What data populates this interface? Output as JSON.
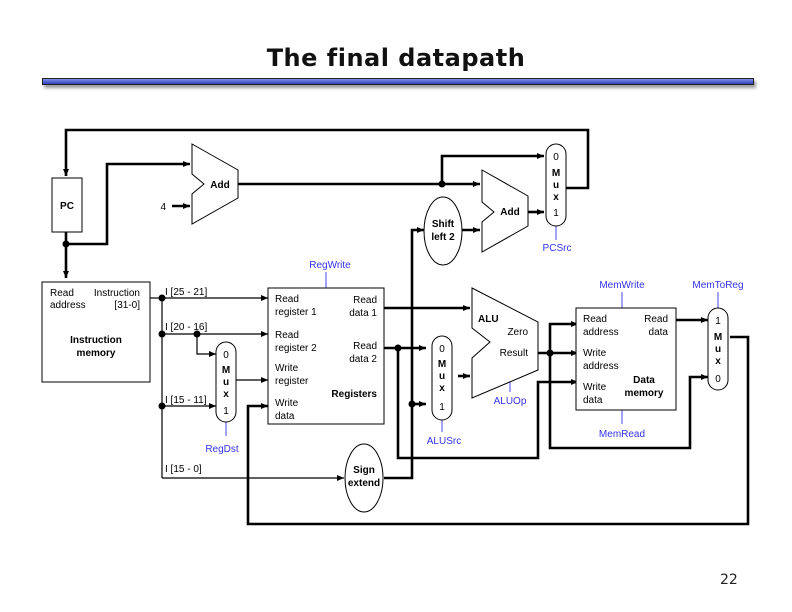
{
  "slide": {
    "title": "The final datapath",
    "page_number": "22"
  },
  "components": {
    "pc": {
      "label": "PC"
    },
    "pc_adder": {
      "label": "Add",
      "constant": "4"
    },
    "branch_adder": {
      "label": "Add"
    },
    "shift_left": {
      "line1": "Shift",
      "line2": "left 2"
    },
    "pc_mux": {
      "in0": "0",
      "in1": "1",
      "m": "M",
      "u": "u",
      "x": "x",
      "control": "PCSrc"
    },
    "instruction_memory": {
      "read_address_1": "Read",
      "read_address_2": "address",
      "instruction_1": "Instruction",
      "instruction_2": "[31-0]",
      "name_1": "Instruction",
      "name_2": "memory"
    },
    "fields": {
      "rs": "I [25 - 21]",
      "rt": "I [20 - 16]",
      "rd": "I [15 - 11]",
      "imm": "I [15 - 0]"
    },
    "regdst_mux": {
      "in0": "0",
      "in1": "1",
      "m": "M",
      "u": "u",
      "x": "x",
      "control": "RegDst"
    },
    "registers": {
      "control": "RegWrite",
      "read_reg1_a": "Read",
      "read_reg1_b": "register 1",
      "read_reg2_a": "Read",
      "read_reg2_b": "register 2",
      "write_reg_a": "Write",
      "write_reg_b": "register",
      "write_data_a": "Write",
      "write_data_b": "data",
      "read_data1_a": "Read",
      "read_data1_b": "data 1",
      "read_data2_a": "Read",
      "read_data2_b": "data 2",
      "name": "Registers"
    },
    "sign_extend": {
      "line1": "Sign",
      "line2": "extend"
    },
    "alusrc_mux": {
      "in0": "0",
      "in1": "1",
      "m": "M",
      "u": "u",
      "x": "x",
      "control": "ALUSrc"
    },
    "alu": {
      "label": "ALU",
      "zero": "Zero",
      "result": "Result",
      "control": "ALUOp"
    },
    "data_memory": {
      "control_top": "MemWrite",
      "control_bottom": "MemRead",
      "read_address_a": "Read",
      "read_address_b": "address",
      "write_address_a": "Write",
      "write_address_b": "address",
      "write_data_a": "Write",
      "write_data_b": "data",
      "read_data_a": "Read",
      "read_data_b": "data",
      "name_1": "Data",
      "name_2": "memory"
    },
    "memtoreg_mux": {
      "in1": "1",
      "in0": "0",
      "m": "M",
      "u": "u",
      "x": "x",
      "control": "MemToReg"
    }
  }
}
